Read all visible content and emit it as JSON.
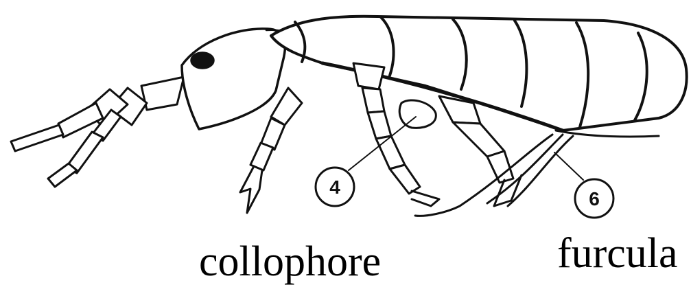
{
  "figure": {
    "callouts": [
      {
        "number": "4"
      },
      {
        "number": "6"
      }
    ],
    "captions": {
      "collophore": "collophore",
      "furcula": "furcula"
    }
  },
  "colors": {
    "ink": "#111111",
    "paper": "#ffffff"
  }
}
